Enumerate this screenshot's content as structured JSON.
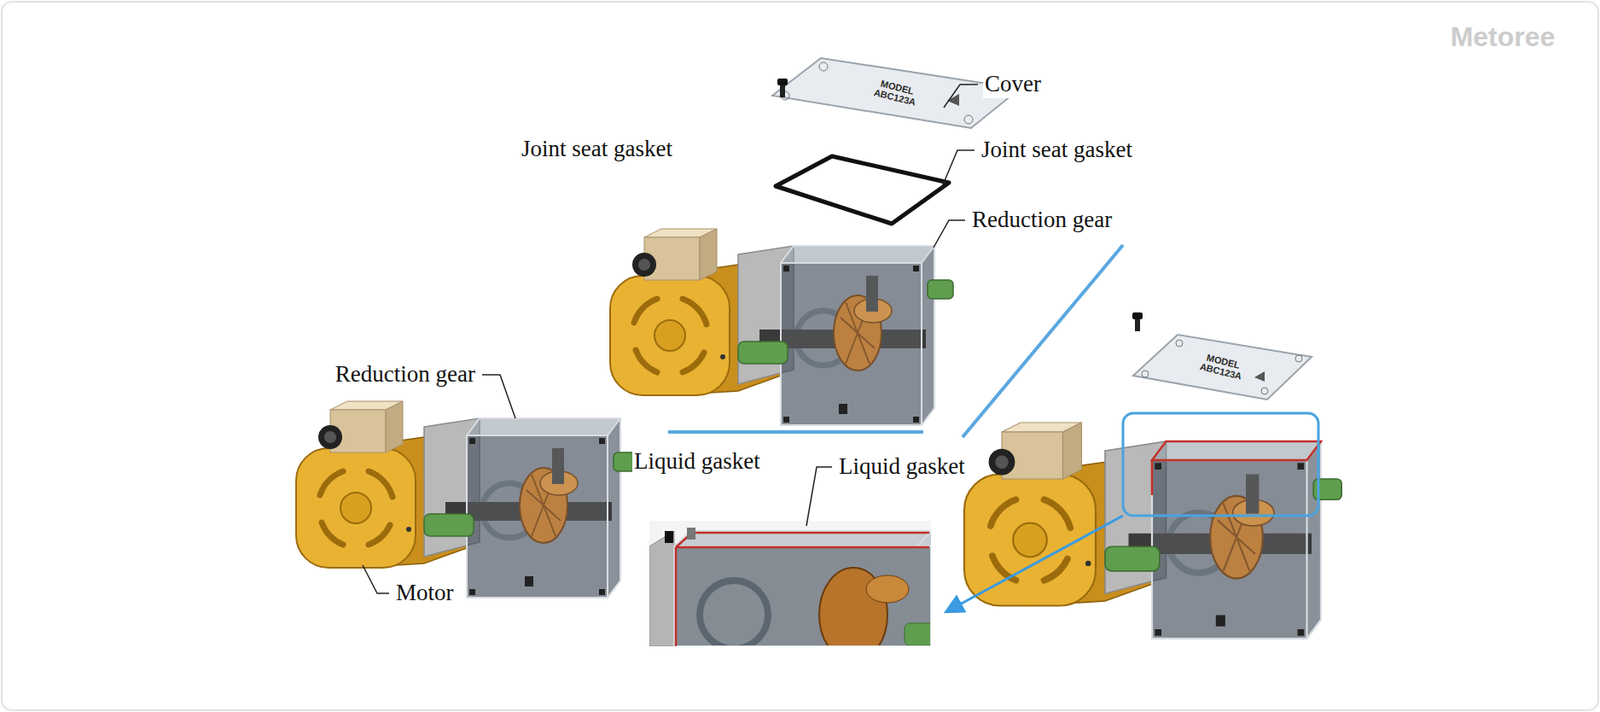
{
  "diagram": {
    "labels": [
      "Cover",
      "Joint seat gasket",
      "Joint seat gasket",
      "Reduction gear",
      "Reduction gear",
      "MODEL ABC123A",
      "MODEL ABC123A",
      "Liquid gasket",
      "Liquid gasket",
      "Motor",
      "Metoree"
    ]
  }
}
